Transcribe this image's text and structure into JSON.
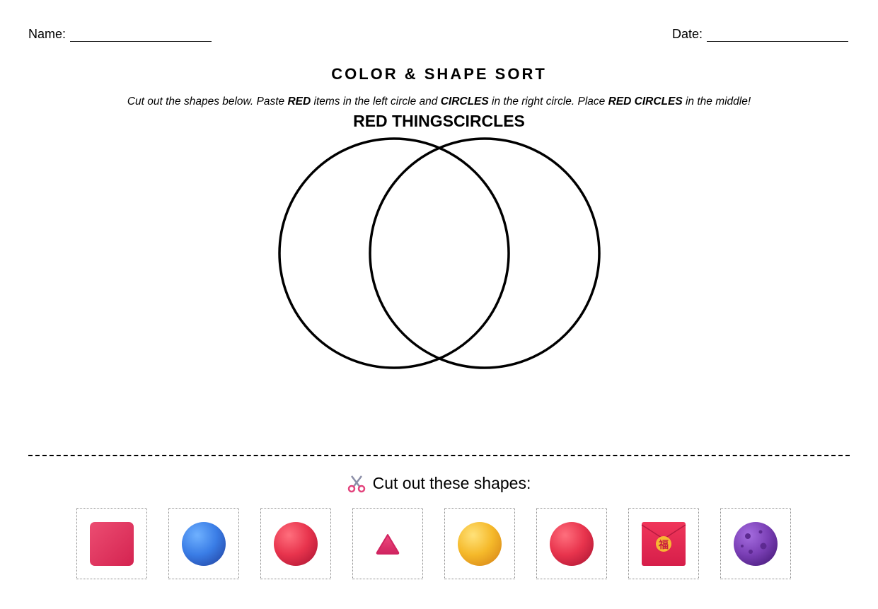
{
  "header": {
    "name_label": "Name:",
    "date_label": "Date:"
  },
  "title": "COLOR & SHAPE SORT",
  "instructions": {
    "p1": "Cut out the shapes below. Paste ",
    "b1": "RED",
    "p2": " items in the left circle and ",
    "b2": "CIRCLES",
    "p3": " in the right circle. Place ",
    "b3": "RED CIRCLES",
    "p4": " in the middle!"
  },
  "venn": {
    "left_label": "RED THINGS",
    "right_label": "CIRCLES"
  },
  "cutout": {
    "heading": "Cut out these shapes:",
    "icon": "scissors-icon",
    "items": [
      {
        "name": "red-square-icon",
        "color": "#e0365d"
      },
      {
        "name": "blue-ball-icon",
        "color": "#3d7ee6"
      },
      {
        "name": "red-ball-icon",
        "color": "#e8344d"
      },
      {
        "name": "red-triangle-icon",
        "color": "#e0306a"
      },
      {
        "name": "yellow-ball-icon",
        "color": "#f5b92a"
      },
      {
        "name": "red-ball-icon",
        "color": "#e8344d"
      },
      {
        "name": "red-envelope-icon",
        "color": "#e8284f"
      },
      {
        "name": "purple-moon-icon",
        "color": "#7a3fb5"
      }
    ]
  }
}
